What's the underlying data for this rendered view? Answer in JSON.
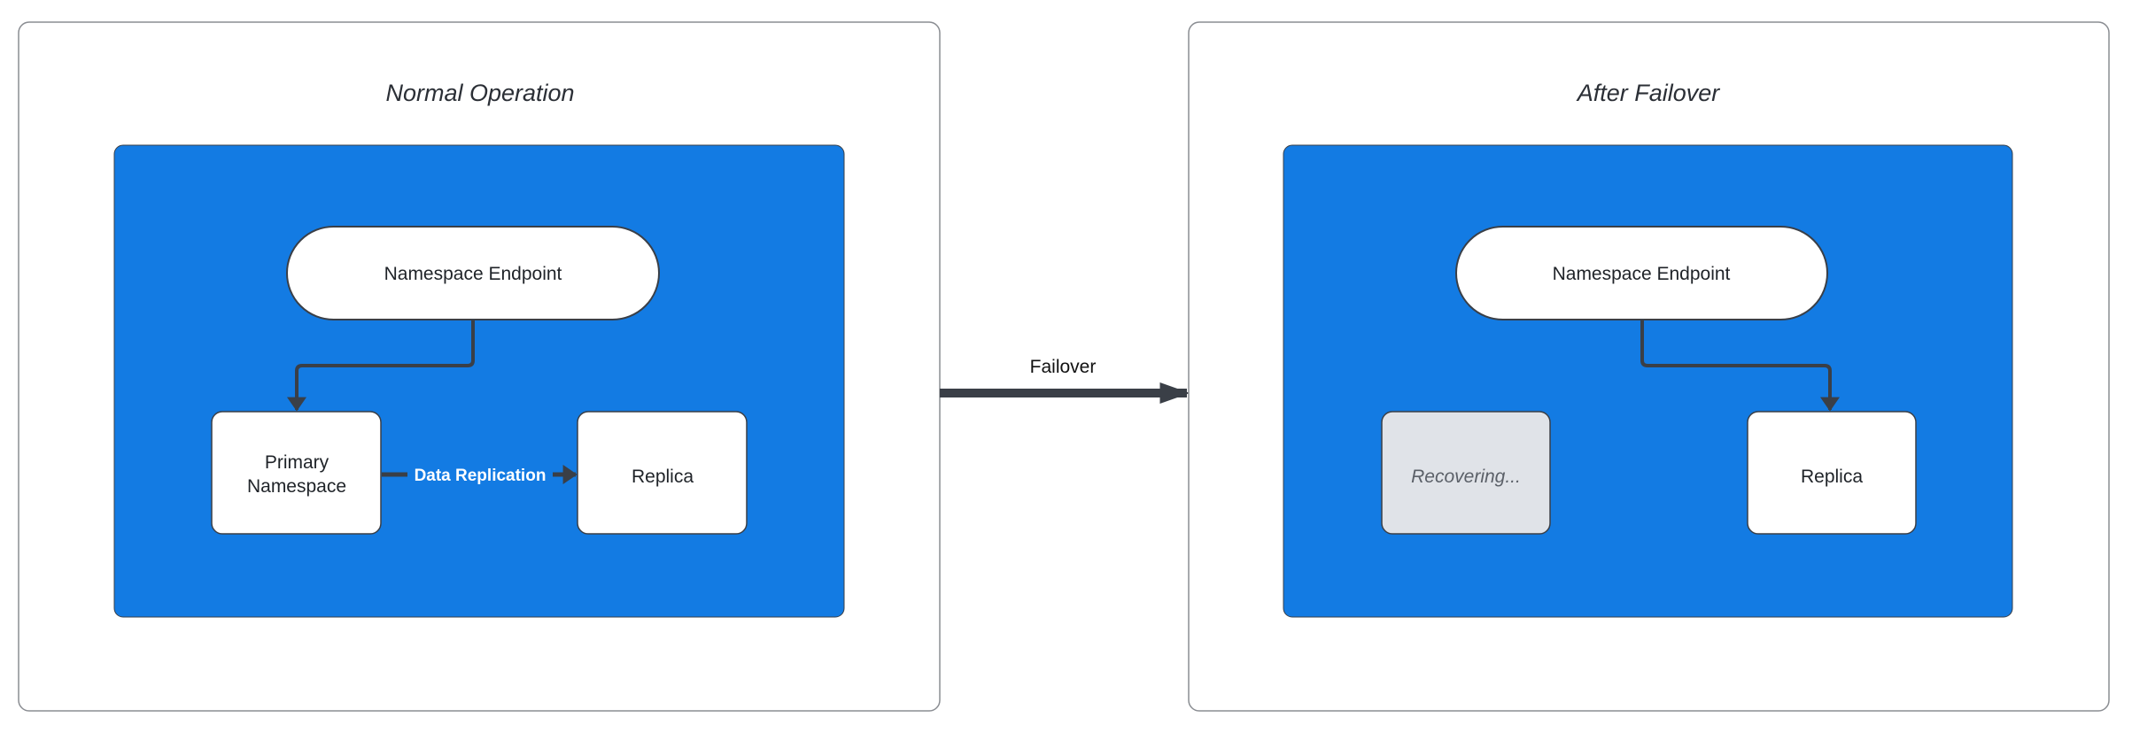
{
  "colors": {
    "container_blue": "#137be3",
    "connector": "#3a3f47",
    "recovering_fill": "#e0e3e8"
  },
  "left_panel": {
    "title": "Normal Operation",
    "endpoint": "Namespace Endpoint",
    "primary_line1": "Primary",
    "primary_line2": "Namespace",
    "replica": "Replica",
    "replication_label": "Data Replication"
  },
  "transition": {
    "label": "Failover"
  },
  "right_panel": {
    "title": "After Failover",
    "endpoint": "Namespace Endpoint",
    "recovering": "Recovering...",
    "replica": "Replica"
  }
}
